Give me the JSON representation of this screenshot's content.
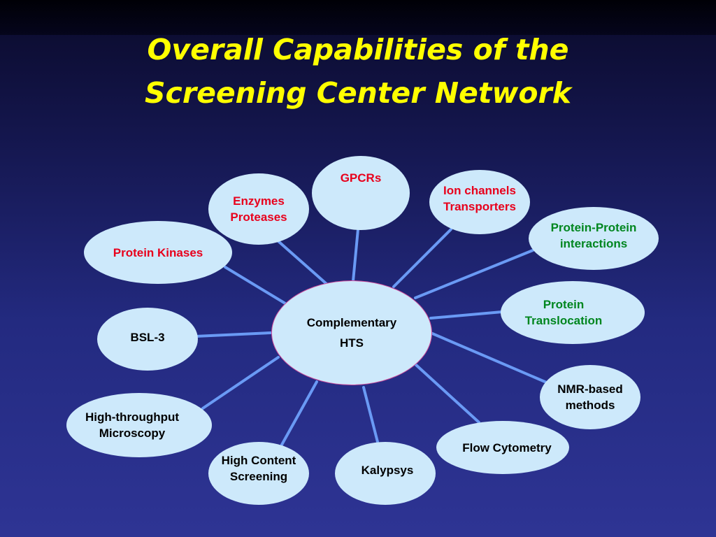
{
  "slide": {
    "title_line1": "Overall Capabilities of the",
    "title_line2": "Screening Center Network"
  },
  "colors": {
    "title": "#ffff00",
    "node_fill": "#cde9fb",
    "link": "#6a9af5",
    "red_text": "#e8001c",
    "green_text": "#00861f"
  },
  "diagram": {
    "center": {
      "line1": "Complementary",
      "line2": "HTS"
    },
    "nodes": {
      "gpcrs": {
        "line1": "GPCRs"
      },
      "enzymes": {
        "line1": "Enzymes",
        "line2": "Proteases"
      },
      "ion_channels": {
        "line1": "Ion channels",
        "line2": "Transporters"
      },
      "protein_kinases": {
        "line1": "Protein Kinases"
      },
      "ppi": {
        "line1": "Protein-Protein",
        "line2": "interactions"
      },
      "translocation": {
        "line1": "Protein",
        "line2": "Translocation"
      },
      "bsl3": {
        "line1": "BSL-3"
      },
      "nmr": {
        "line1": "NMR-based",
        "line2": "methods"
      },
      "microscopy": {
        "line1": "High-throughput",
        "line2": "Microscopy"
      },
      "flow": {
        "line1": "Flow Cytometry"
      },
      "hcs": {
        "line1": "High Content",
        "line2": "Screening"
      },
      "kalypsys": {
        "line1": "Kalypsys"
      }
    }
  }
}
